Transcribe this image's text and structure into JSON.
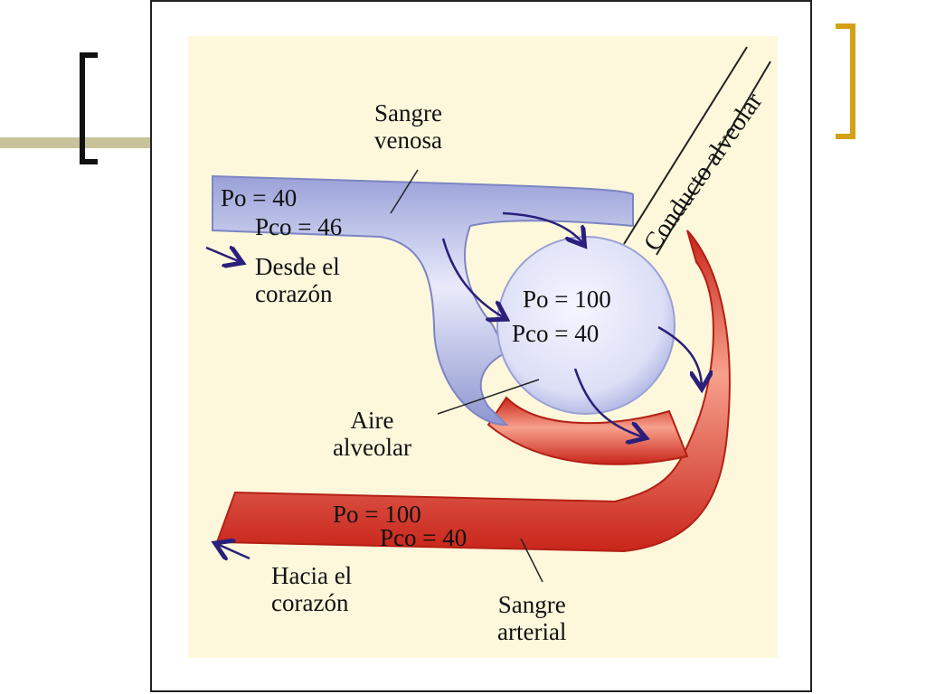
{
  "labels": {
    "sangre_venosa": [
      "Sangre",
      "venosa"
    ],
    "venosa_po2": "Po  = 40",
    "venosa_pco2": "Pco  = 46",
    "desde": [
      "Desde el",
      "corazón"
    ],
    "alveolo_po2": "Po  = 100",
    "alveolo_pco2": "Pco  = 40",
    "aire": [
      "Aire",
      "alveolar"
    ],
    "arterial_po2": "Po  = 100",
    "arterial_pco2": "Pco  = 40",
    "hacia": [
      "Hacia el",
      "corazón"
    ],
    "sangre_arterial": [
      "Sangre",
      "arterial"
    ],
    "conducto": "Conducto alveolar"
  },
  "colors": {
    "venous": "#b9bfe8",
    "arterial": "#e8402a",
    "alveolus": "#e6e8fb",
    "arrow": "#2a1f7a",
    "panel": "#fdf8dc",
    "bracket_left": "#111111",
    "bracket_right": "#d4a017",
    "bar": "#c8c39a"
  }
}
